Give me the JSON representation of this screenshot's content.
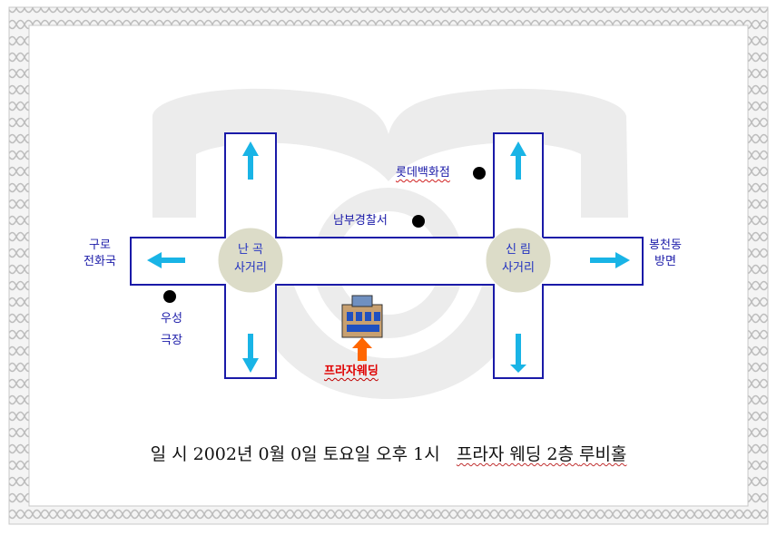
{
  "labels": {
    "guro_line1": "구로",
    "guro_line2": "전화국",
    "woosung_line1": "우성",
    "woosung_line2": "극장",
    "lotte": "롯데백화점",
    "police": "남부경찰서",
    "bongcheon_line1": "봉천동",
    "bongcheon_line2": "방면",
    "nangok_line1": "난 곡",
    "nangok_line2": "사거리",
    "sillim_line1": "신 림",
    "sillim_line2": "사거리",
    "venue": "프라자웨딩"
  },
  "footer": {
    "when": "일 시 2002년 0월 0일  토요일 오후 1시",
    "where_pre": "프라자 웨딩 2층 ",
    "where_hall": "루비홀"
  },
  "colors": {
    "road_outline": "#1a1aa8",
    "arrow": "#19b4e6",
    "intersection": "#dcdcc8",
    "watermark": "#ececec",
    "venue_arrow": "#ff6600",
    "venue_text": "#e00000",
    "border": "#c8c8c8"
  },
  "icons": {
    "landmark": "black-dot",
    "venue": "building-icon"
  }
}
